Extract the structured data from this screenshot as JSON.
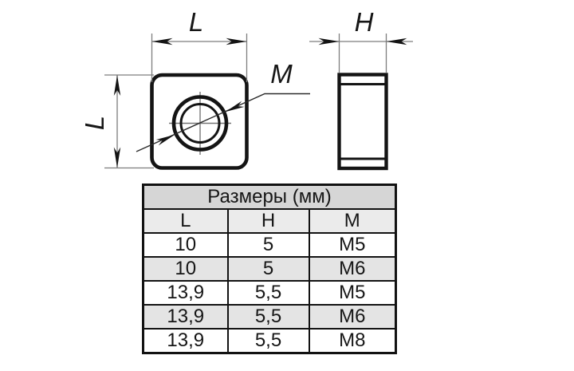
{
  "drawing": {
    "labels": {
      "top_length": "L",
      "left_length": "L",
      "thickness": "H",
      "thread": "M"
    },
    "views": {
      "front": "square-nut-front-view",
      "side": "square-nut-side-view"
    },
    "colors": {
      "outline": "#141414",
      "dim_line": "#7d7d7d",
      "centerline": "#777777",
      "leader_line": "#2b2b2b"
    }
  },
  "table": {
    "title": "Размеры (мм)",
    "columns": [
      "L",
      "H",
      "M"
    ],
    "rows": [
      [
        "10",
        "5",
        "M5"
      ],
      [
        "10",
        "5",
        "M6"
      ],
      [
        "13,9",
        "5,5",
        "M5"
      ],
      [
        "13,9",
        "5,5",
        "M6"
      ],
      [
        "13,9",
        "5,5",
        "M8"
      ]
    ],
    "colors": {
      "title_bg": "#d6d6d6",
      "header_bg": "#ebebeb",
      "alt_row_bg": "#e4e4e4",
      "border": "#121212"
    }
  }
}
